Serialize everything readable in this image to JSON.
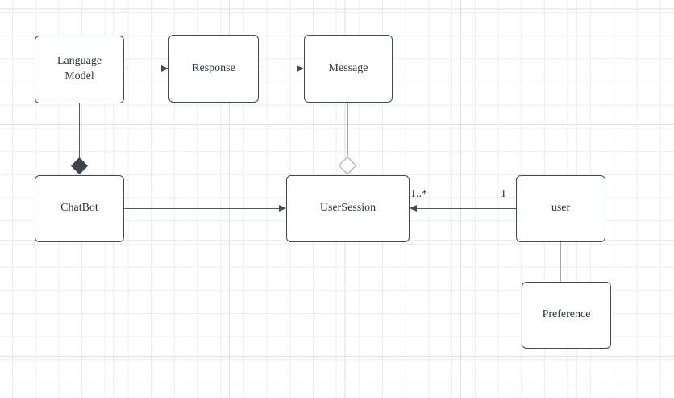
{
  "canvas": {
    "kind": "diagram-canvas",
    "background": "#ffffff",
    "grid_minor_color": "#ededed",
    "grid_major_color": "#e1e1e1"
  },
  "colors": {
    "node_border": "#424a53",
    "node_fill": "#ffffff",
    "edge_dark": "#50575f",
    "edge_light": "#a3a8ad",
    "text": "#2d3338"
  },
  "nodes": [
    {
      "id": "language-model",
      "label": "Language Model"
    },
    {
      "id": "response",
      "label": "Response"
    },
    {
      "id": "message",
      "label": "Message"
    },
    {
      "id": "chatbot",
      "label": "ChatBot"
    },
    {
      "id": "user-session",
      "label": "UserSession"
    },
    {
      "id": "user",
      "label": "user"
    },
    {
      "id": "preference",
      "label": "Preference"
    }
  ],
  "edges": [
    {
      "from": "Language Model",
      "to": "Response",
      "type": "directed-arrow"
    },
    {
      "from": "Response",
      "to": "Message",
      "type": "directed-arrow"
    },
    {
      "from": "Language Model",
      "to": "ChatBot",
      "type": "composition-filled-diamond"
    },
    {
      "from": "Message",
      "to": "UserSession",
      "type": "aggregation-hollow-diamond"
    },
    {
      "from": "ChatBot",
      "to": "UserSession",
      "type": "directed-arrow"
    },
    {
      "from": "user",
      "to": "UserSession",
      "type": "directed-arrow",
      "source_multiplicity": "1",
      "target_multiplicity": "1..*"
    },
    {
      "from": "user",
      "to": "Preference",
      "type": "plain-line"
    }
  ]
}
